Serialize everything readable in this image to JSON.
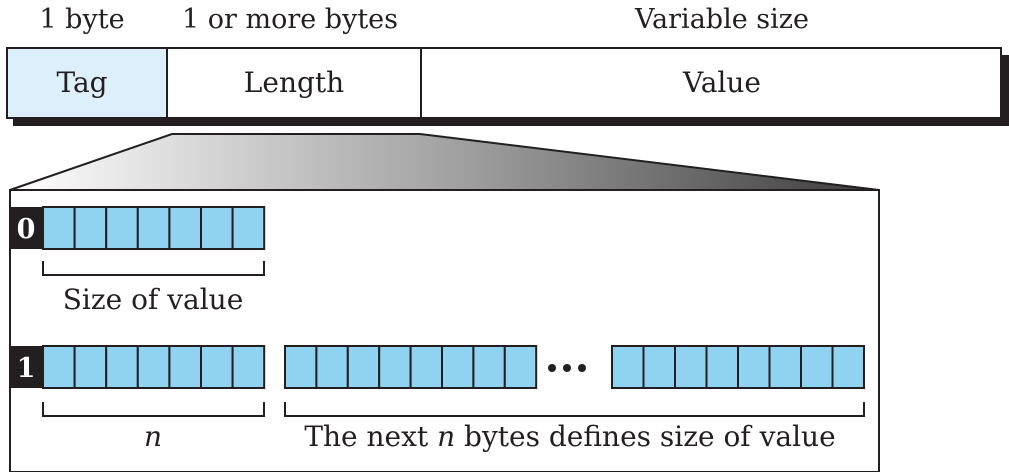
{
  "header": {
    "tag_size": "1 byte",
    "length_size": "1 or more bytes",
    "value_size": "Variable size"
  },
  "fields": {
    "tag": "Tag",
    "length": "Length",
    "value": "Value"
  },
  "short_form": {
    "flag_bit": "0",
    "brace_label": "Size of value"
  },
  "long_form": {
    "flag_bit": "1",
    "n_label": "n",
    "next_label_pre": "The next ",
    "next_label_n": "n",
    "next_label_post": " bytes defines size of value"
  },
  "colors": {
    "tag_fill": "#dceffa",
    "cell_fill": "#8fd3f0",
    "flag_fill": "#231f20",
    "line": "#231f20",
    "shadow": "#231f20"
  }
}
